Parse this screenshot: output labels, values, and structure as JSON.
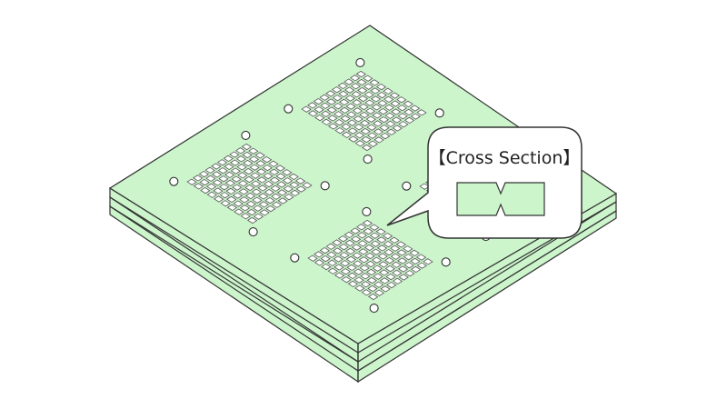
{
  "callout": {
    "title": "【Cross Section】"
  },
  "grid_count": 4,
  "grid_size": 10,
  "colors": {
    "board": "#ccf5cc",
    "outline": "#333333",
    "hole": "#ffffff",
    "background": "#ffffff"
  }
}
